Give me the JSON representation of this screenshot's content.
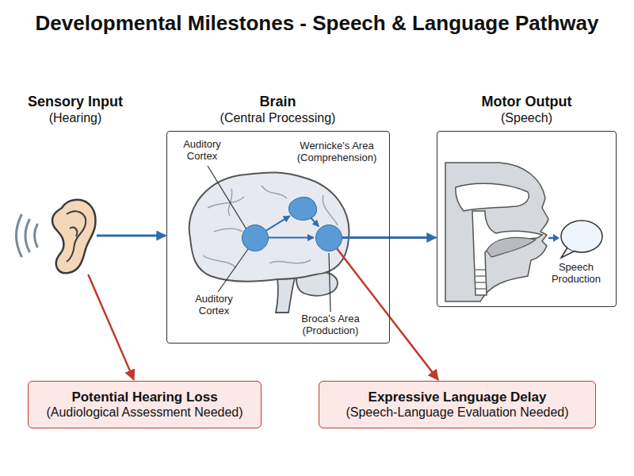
{
  "diagram": {
    "title": "Developmental Milestones - Speech & Language Pathway",
    "nodes": [
      {
        "text": [
          "Sensory Input",
          "(Hearing)"
        ]
      },
      {
        "text": [
          "Brain",
          "(Central Processing)"
        ]
      },
      {
        "text": [
          "Auditory Cortex",
          "Auditory Cortex"
        ],
        "in": 1
      },
      {
        "text": [
          "Wernicke's Area (Comprehension)"
        ],
        "in": 1
      },
      {
        "text": [
          "Broca's Area (Production)"
        ],
        "in": 1
      },
      {
        "text": [
          "Motor Output",
          "(Speech)"
        ]
      },
      {
        "text": [
          "Potential Hearing Loss",
          "(Audiological Assessment Needed)"
        ]
      },
      {
        "text": [
          "Expressive Language Delay",
          "(Speech-Language Evaluation Needed)"
        ]
      }
    ],
    "edges": [
      {
        "from": 0,
        "to": 1,
        "arrow": "to"
      },
      {
        "from": 2,
        "to": 3,
        "arrow": "to"
      },
      {
        "from": 3,
        "to": 4,
        "arrow": "to"
      },
      {
        "from": 2,
        "to": 4,
        "arrow": "to"
      },
      {
        "from": 4,
        "to": 5,
        "arrow": "to"
      },
      {
        "from": 0,
        "to": 6,
        "arrow": "to"
      },
      {
        "from": 4,
        "to": 7,
        "arrow": "to"
      }
    ],
    "labels": [
      "Speech Production"
    ]
  }
}
